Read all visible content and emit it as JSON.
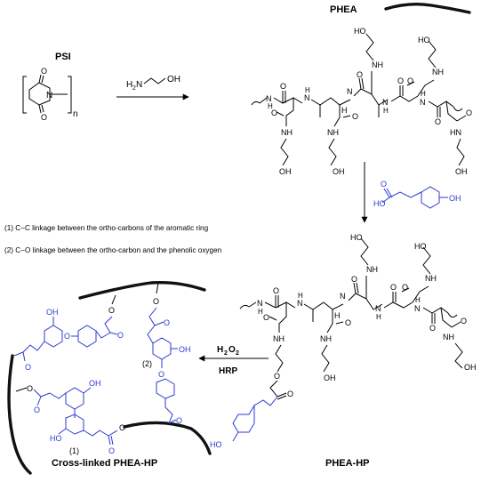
{
  "labels": {
    "psi": "PSI",
    "phea": "PHEA",
    "phea_hp": "PHEA-HP",
    "crosslinked": "Cross-linked PHEA-HP",
    "reagent_h2n": "H",
    "reagent_sub2": "2",
    "reagent_n_oh": "N",
    "reagent_oh": "OH",
    "psi_n": "N",
    "psi_o": "O",
    "psi_n_sub": "n",
    "note1": "(1) C−C linkage between the ortho-carbons of the aromatic ring",
    "note2": "(2) C−O linkage between the ortho-carbon and the phenolic oxygen",
    "h2o2_h": "H",
    "h2o2_2a": "2",
    "h2o2_o": "O",
    "h2o2_2b": "2",
    "hrp": "HRP",
    "tag1": "(1)",
    "tag2": "(2)"
  },
  "atoms": {
    "O": "O",
    "N": "N",
    "NH": "NH",
    "HN": "HN",
    "H": "H",
    "OH": "OH",
    "HO": "HO",
    "HOOC_HO": "HO"
  },
  "colors": {
    "text": "#000000",
    "blue": "#2b3bd0",
    "arrow": "#000000"
  }
}
